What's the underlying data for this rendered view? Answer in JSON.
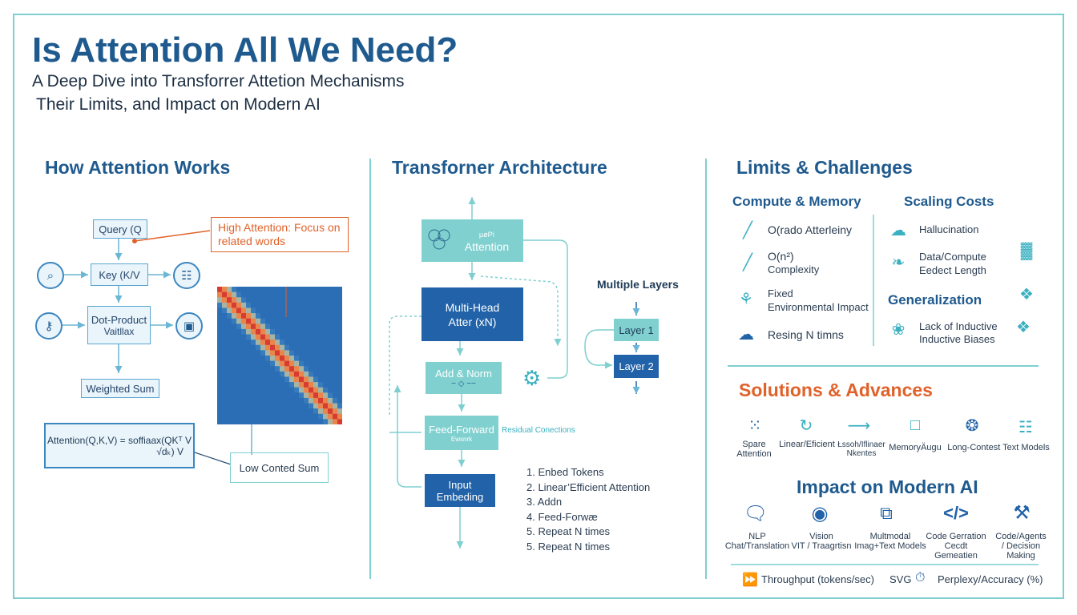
{
  "header": {
    "title": "Is Attention All We Need?",
    "subtitle_line1": "A Deep Dive into Transforrer Attetion Mechanisms",
    "subtitle_line2": "Their Limits, and Impact on Modern AI"
  },
  "how_attention": {
    "heading": "How Attention Works",
    "query": "Query (Q",
    "key": "Key (K/V",
    "dot_product_line1": "Dot-Product",
    "dot_product_line2": "Vaitllax",
    "weighted_sum": "Weighted Sum",
    "high_attention_note": "High Attention: Focus on related words",
    "formula_line1": "Attention(Q,K,V) = soffiaax(QKᵀ V",
    "formula_line2": "√dₖ) V",
    "low_label": "Low Conted Sum"
  },
  "transformer": {
    "heading": "Transforner Architecture",
    "attention_small": "µøPí",
    "attention": "Attention",
    "multi_head_line1": "Multi-Head",
    "multi_head_line2": "Atter (xN)",
    "add_norm": "Add & Norm",
    "feed_forward": "Feed-Forward",
    "feed_forward_sub": "Ewsnrk",
    "residual": "Residual Conections",
    "input_line1": "Input",
    "input_line2": "Embeding",
    "multiple_layers": "Multiple Layers",
    "layer1": "Layer 1",
    "layer2": "Layer 2",
    "steps": [
      "1. Enbed Tokens",
      "2. Linear’Efficient Attention",
      "3. Addn",
      "4. Feed-Forwæ",
      "5. Repeat N times",
      "5. Repeat N times"
    ]
  },
  "limits": {
    "heading": "Limits & Challenges",
    "compute_heading": "Compute & Memory",
    "scaling_heading": "Scaling Costs",
    "compute_items": [
      "O(rado Atterleiny",
      "O(n²)",
      "Complexity",
      "Fixed",
      "Environmental Impact",
      "Resing N timns"
    ],
    "scaling_items": [
      "Hallucination",
      "Data/Compute",
      "Eedect Length"
    ],
    "generalization_heading": "Generalization",
    "generalization_items": [
      "Lack of Inductive",
      "Inductive Biases"
    ]
  },
  "solutions": {
    "heading": "Solutions & Advances",
    "items": [
      {
        "line1": "Spare",
        "line2": "Attention",
        "icon": "sparse-dots-icon"
      },
      {
        "line1": "Linear/Eficient",
        "line2": "",
        "icon": "refresh-icon"
      },
      {
        "line1": "Łssoh/Iflinaer",
        "line2": "Nkentes",
        "icon": "arrow-right-icon"
      },
      {
        "line1": "MemoryÄugu",
        "line2": "",
        "icon": "square-icon"
      },
      {
        "line1": "Long-Contest Text Models",
        "line2": "",
        "icon": "brain-icon"
      }
    ]
  },
  "impact": {
    "heading": "Impact on Modern AI",
    "items": [
      {
        "line1": "NLP",
        "line2": "Chat/Translation",
        "icon": "chat-bubble-icon"
      },
      {
        "line1": "Vision",
        "line2": "VIT / Traagrtisn",
        "icon": "eye-icon"
      },
      {
        "line1": "Multmodal",
        "line2": "Imag+Text Models",
        "icon": "image-stack-icon"
      },
      {
        "line1": "Code Gerration",
        "line2": "Cecdt Gemeatien",
        "icon": "code-icon"
      },
      {
        "line1": "Code/Agents",
        "line2": "/ Decision Making",
        "icon": "robot-arm-icon"
      }
    ]
  },
  "footer": {
    "throughput": "Throughput (tokens/sec)",
    "svg": "SVG",
    "perplexity": "Perplexy/Accuracy (%)"
  },
  "colors": {
    "title": "#1f5a8e",
    "teal": "#7fd0cf",
    "navy": "#2162a8",
    "orange": "#e0622a",
    "frame": "#7fcfd0"
  }
}
